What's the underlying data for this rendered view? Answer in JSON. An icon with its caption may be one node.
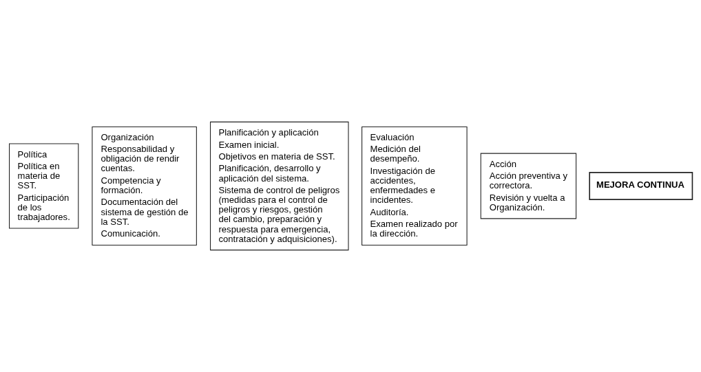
{
  "diagram": {
    "nodes": [
      {
        "text": [
          "Política",
          "Política en materia de SST.",
          "Participación de los trabajadores."
        ]
      },
      {
        "text": [
          "Organización",
          "Responsabilidad y obligación de rendir cuentas.",
          "Competencia y formación.",
          "Documentación del sistema de gestión de la SST.",
          "Comunicación."
        ]
      },
      {
        "text": [
          "Planificación y aplicación",
          "Examen inicial.",
          "Objetivos en materia de SST.",
          "Planificación, desarrollo y aplicación del sistema.",
          "Sistema de control de peligros (medidas para el control de peligros y riesgos, gestión del cambio, preparación y respuesta para emergencia, contratación y adquisiciones)."
        ]
      },
      {
        "text": [
          "Evaluación",
          "Medición del desempeño.",
          "Investigación de accidentes, enfermedades e incidentes.",
          "Auditoría.",
          "Examen realizado por la dirección."
        ]
      },
      {
        "text": [
          "Acción",
          "Acción preventiva y correctora.",
          "Revisión y vuelta a Organización."
        ]
      },
      {
        "text": [
          "MEJORA CONTINUA"
        ]
      }
    ]
  }
}
